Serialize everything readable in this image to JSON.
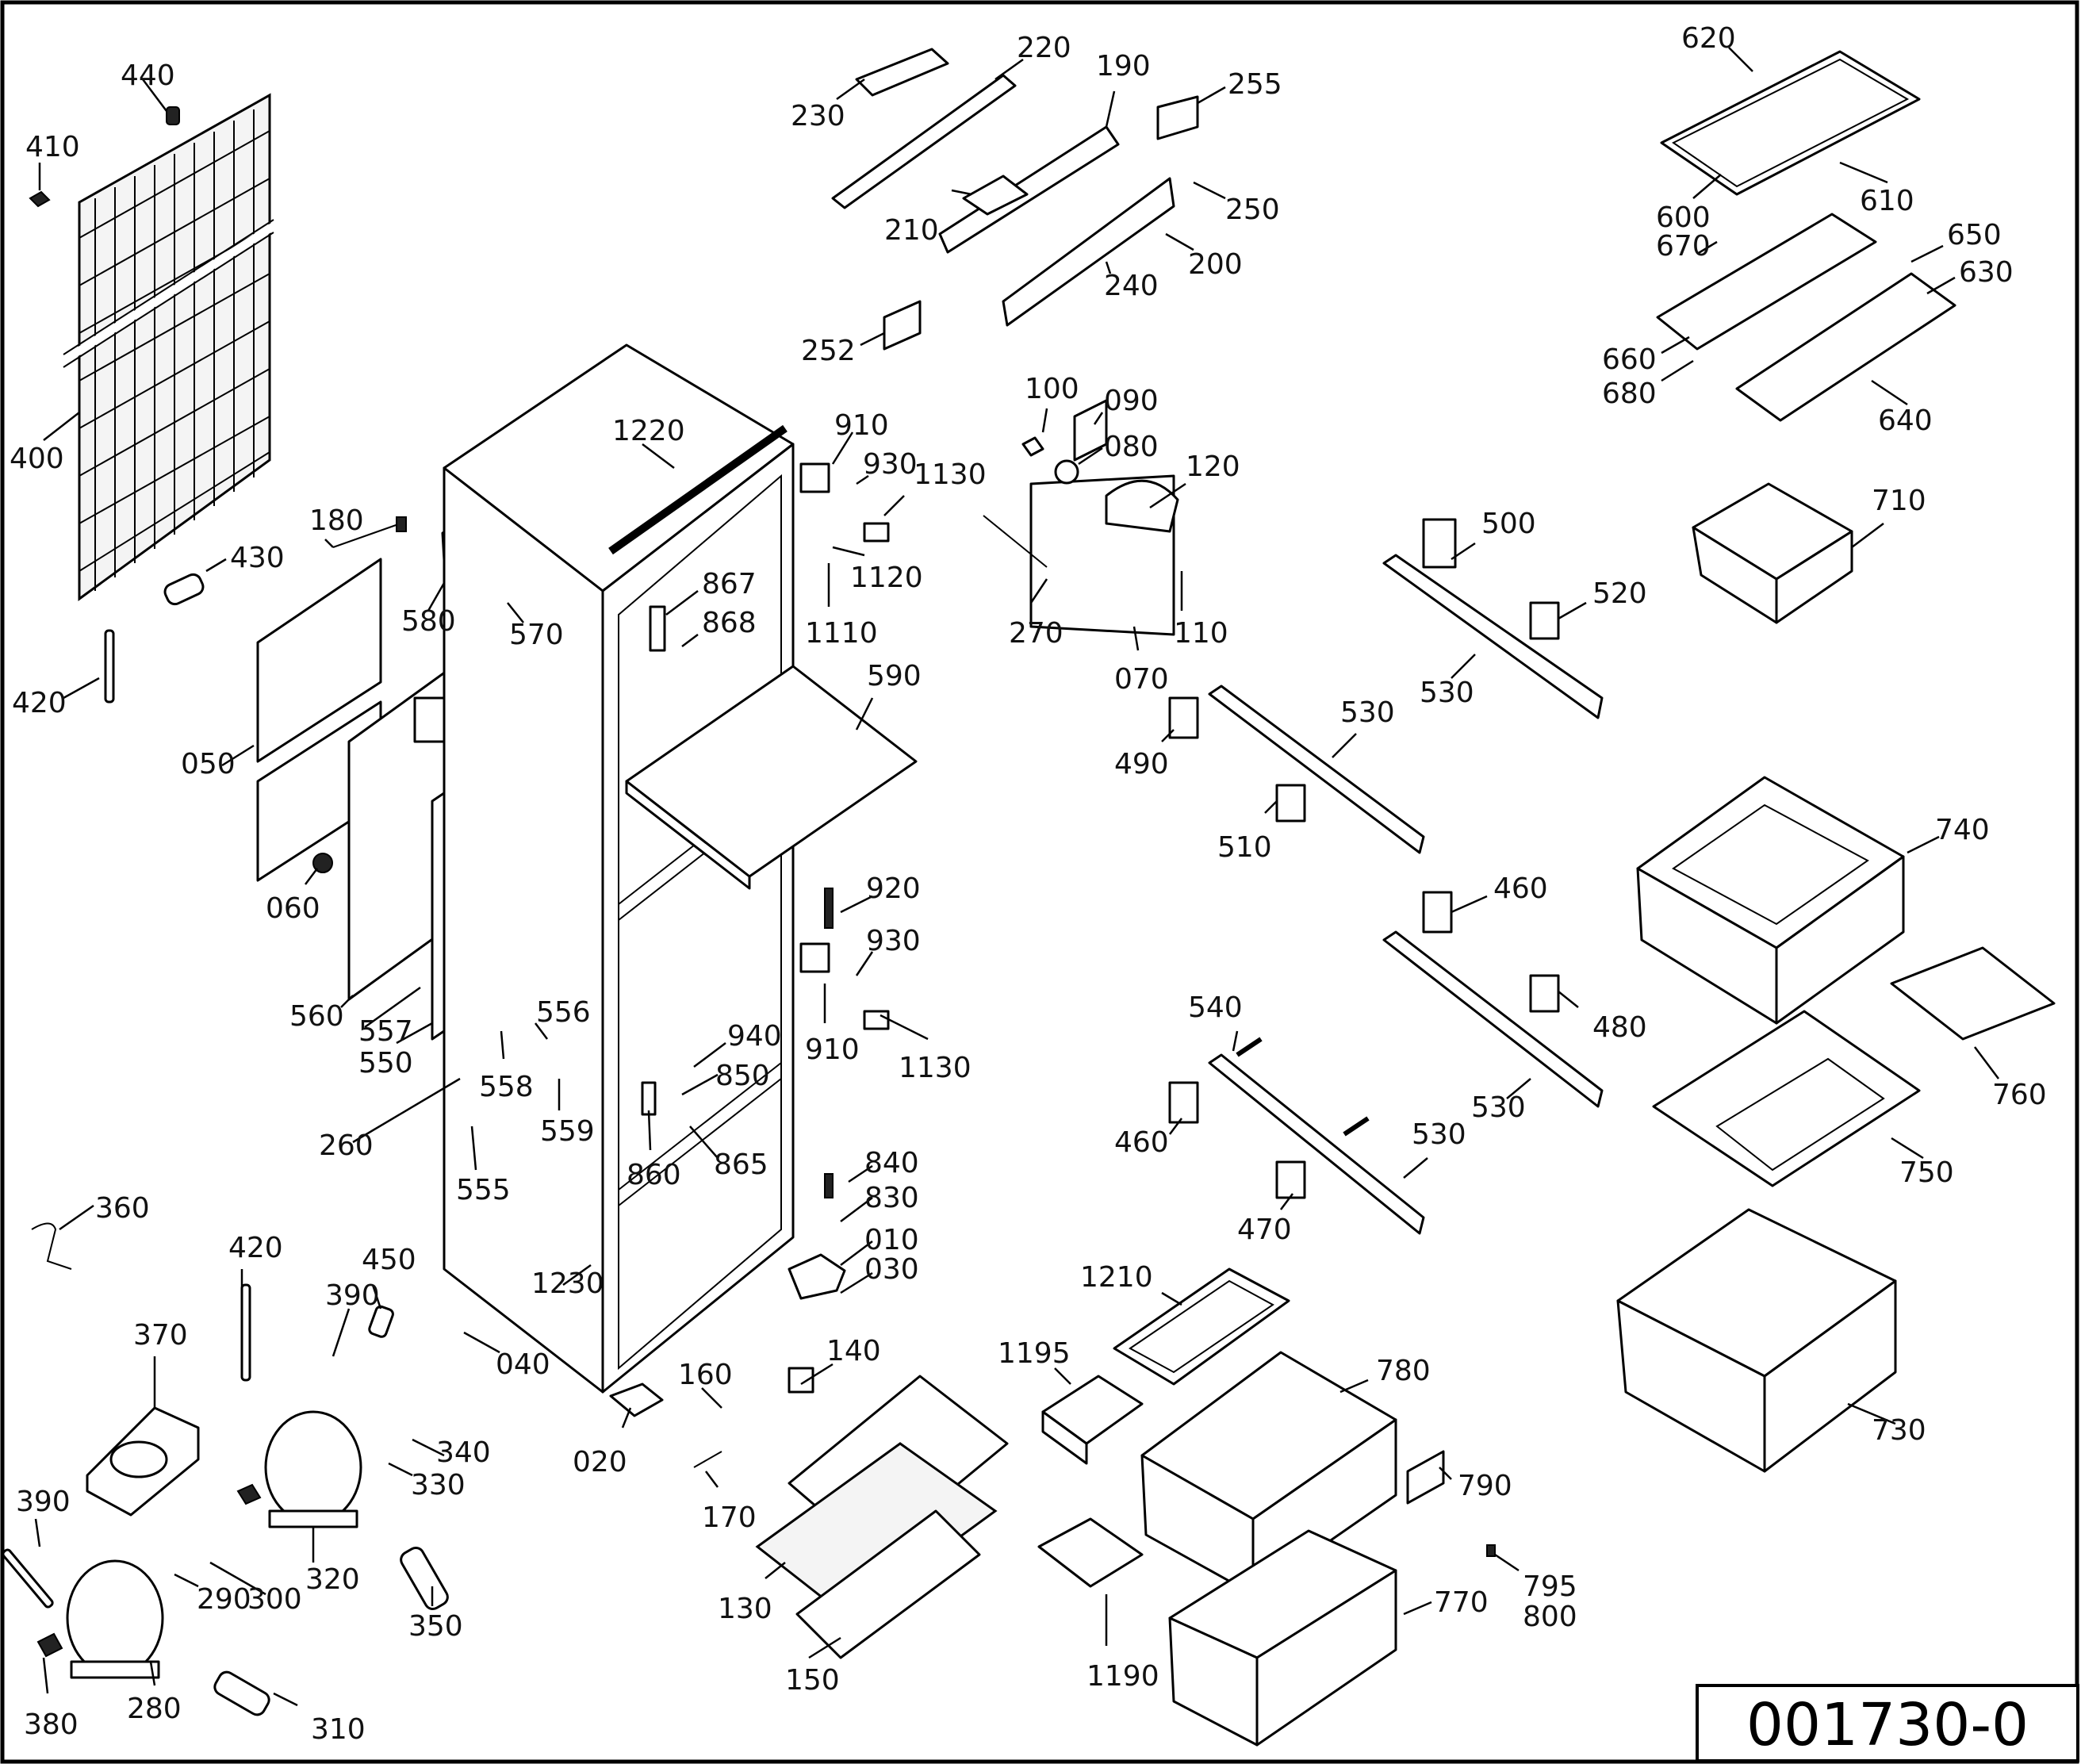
{
  "drawing_code": "001730-0",
  "labels": {
    "l440": "440",
    "l410": "410",
    "l400": "400",
    "l430": "430",
    "l420a": "420",
    "l180": "180",
    "l050": "050",
    "l060": "060",
    "l580": "580",
    "l570": "570",
    "l560": "560",
    "l557": "557",
    "l550": "550",
    "l556": "556",
    "l558": "558",
    "l559": "559",
    "l260": "260",
    "l555": "555",
    "l360": "360",
    "l420b": "420",
    "l450": "450",
    "l390a": "390",
    "l370": "370",
    "l340": "340",
    "l330": "330",
    "l320": "320",
    "l390b": "390",
    "l290": "290",
    "l300": "300",
    "l350": "350",
    "l380": "380",
    "l280": "280",
    "l310": "310",
    "l040": "040",
    "l1230": "1230",
    "l020": "020",
    "l1220": "1220",
    "l867": "867",
    "l868": "868",
    "l910a": "910",
    "l930a": "930",
    "l1130a": "1130",
    "l1120": "1120",
    "l1110": "1110",
    "l590": "590",
    "l920": "920",
    "l930b": "930",
    "l910b": "910",
    "l1130b": "1130",
    "l940": "940",
    "l850": "850",
    "l860": "860",
    "l865": "865",
    "l840": "840",
    "l830": "830",
    "l010": "010",
    "l030": "030",
    "l160": "160",
    "l140": "140",
    "l170": "170",
    "l130": "130",
    "l150": "150",
    "l230": "230",
    "l220": "220",
    "l190": "190",
    "l255": "255",
    "l250": "250",
    "l210": "210",
    "l200": "200",
    "l240": "240",
    "l252": "252",
    "l100": "100",
    "l090": "090",
    "l080": "080",
    "l120": "120",
    "l270": "270",
    "l110": "110",
    "l070": "070",
    "l500": "500",
    "l520": "520",
    "l530a": "530",
    "l530b": "530",
    "l490": "490",
    "l510": "510",
    "l460a": "460",
    "l480": "480",
    "l530c": "530",
    "l540": "540",
    "l460b": "460",
    "l530d": "530",
    "l470": "470",
    "l620": "620",
    "l610": "610",
    "l600": "600",
    "l670": "670",
    "l650": "650",
    "l630": "630",
    "l660": "660",
    "l680": "680",
    "l640": "640",
    "l710": "710",
    "l740": "740",
    "l760": "760",
    "l750": "750",
    "l730": "730",
    "l1210": "1210",
    "l1195": "1195",
    "l780": "780",
    "l790": "790",
    "l795": "795",
    "l800": "800",
    "l770": "770",
    "l1190": "1190"
  }
}
